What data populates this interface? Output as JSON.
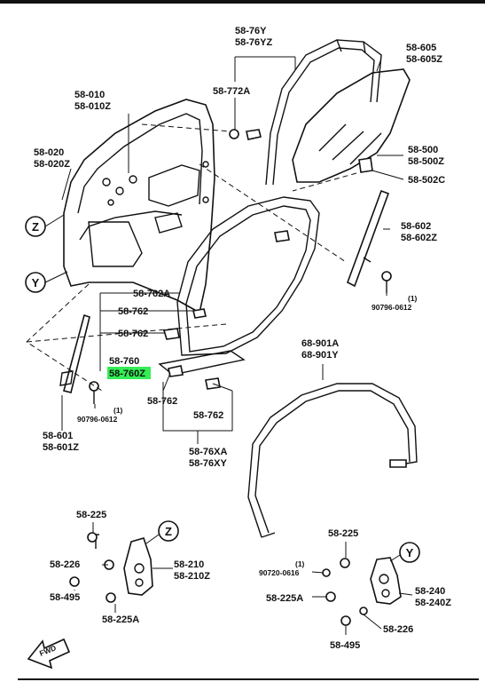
{
  "labels": {
    "p58_76y": "58-76Y",
    "p58_76yz": "58-76YZ",
    "p58_605": "58-605",
    "p58_605z": "58-605Z",
    "p58_772a": "58-772A",
    "p58_010": "58-010",
    "p58_010z": "58-010Z",
    "p58_020": "58-020",
    "p58_020z": "58-020Z",
    "p58_500": "58-500",
    "p58_500z": "58-500Z",
    "p58_502c": "58-502C",
    "p58_602": "58-602",
    "p58_602z": "58-602Z",
    "qty1_a": "(1)",
    "p90796_a": "90796-0612",
    "p58_762a": "58-762A",
    "p58_762_a": "58-762",
    "p58_762_b": "58-762",
    "p58_760": "58-760",
    "p58_760z": "58-760Z",
    "p58_762_c": "58-762",
    "p58_762_d": "58-762",
    "qty1_b": "(1)",
    "p90796_b": "90796-0612",
    "p58_601": "58-601",
    "p58_601z": "58-601Z",
    "p58_76xa": "58-76XA",
    "p58_76xy": "58-76XY",
    "p68_901a": "68-901A",
    "p68_901y": "68-901Y",
    "p58_225_a": "58-225",
    "p58_226_a": "58-226",
    "p58_495_a": "58-495",
    "p58_225a_a": "58-225A",
    "p58_210": "58-210",
    "p58_210z": "58-210Z",
    "p58_225_b": "58-225",
    "qty1_c": "(1)",
    "p90720": "90720-0616",
    "p58_225a_b": "58-225A",
    "p58_240": "58-240",
    "p58_240z": "58-240Z",
    "p58_495_b": "58-495",
    "p58_226_b": "58-226",
    "fwd": "FWD"
  },
  "refs": {
    "z": "Z",
    "y": "Y"
  },
  "highlight_color": "#33ee55"
}
